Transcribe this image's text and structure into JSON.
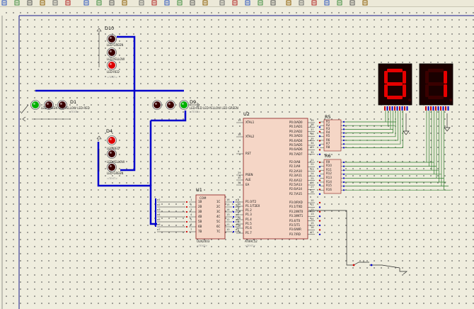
{
  "toolbar": {
    "icons": [
      "add-wire-icon",
      "plus-icon",
      "zoom-in-icon",
      "zoom-out-icon",
      "zoom-all-icon",
      "zoom-area-icon",
      "undo-icon",
      "redo-icon",
      "cut-icon",
      "copy-icon",
      "paste-icon",
      "block-copy-icon",
      "block-move-icon",
      "block-rotate-icon",
      "block-delete-icon",
      "pick-device-icon",
      "make-device-icon",
      "packaging-icon",
      "decompose-icon",
      "wire-autorouter-icon",
      "search-icon",
      "property-tool-icon",
      "design-explorer-icon",
      "new-sheet-icon",
      "remove-sheet-icon",
      "netlist-icon",
      "bom-icon",
      "report-icon"
    ]
  },
  "components": {
    "d10": {
      "ref": "D10",
      "leds": [
        "LED-GREEN",
        "LED-YELLOW",
        "LED-RED"
      ],
      "sub": "<TEXT>"
    },
    "d1": {
      "ref": "D1",
      "leds": "LED-GREEN LED-YELLOW LED-RED",
      "sub": "<TEXT>"
    },
    "d9": {
      "ref": "D9",
      "leds": "LED-RED LED-YELLOW LED-GREEN",
      "sub": "<TEXT>"
    },
    "d4": {
      "ref": "D4",
      "leds": [
        "LED-RED",
        "LED-YELLOW",
        "LED-GREEN"
      ],
      "sub": "<TEXT>"
    },
    "u1": {
      "ref": "U1",
      "part": "ULN2003",
      "sub": "<TEXT>",
      "com": "COM",
      "in_pins": [
        "1B",
        "2B",
        "3B",
        "4B",
        "5B",
        "6B",
        "7B"
      ],
      "out_pins": [
        "1C",
        "2C",
        "3C",
        "4C",
        "5C",
        "6C",
        "7C"
      ],
      "left_nums": [
        "1",
        "2",
        "3",
        "4",
        "5",
        "6",
        "7"
      ],
      "right_nums": [
        "16",
        "15",
        "14",
        "13",
        "12",
        "11",
        "10"
      ],
      "net_left": [
        "a1",
        "a2",
        "a3",
        "a4",
        "a5",
        "a6",
        "a7"
      ],
      "net_right": [
        "a1",
        "a2",
        "a3",
        "a4",
        "a5",
        "a6",
        "a7"
      ]
    },
    "u2": {
      "ref": "U2",
      "part": "AT89C52",
      "sub": "<TEXT>",
      "left_pins": [
        "XTAL1",
        "XTAL2",
        "RST",
        "PSEN",
        "ALE",
        "EA",
        "P1.0/T2",
        "P1.1/T2EX",
        "P1.2",
        "P1.3",
        "P1.4",
        "P1.5",
        "P1.6",
        "P1.7"
      ],
      "right_pins": [
        "P0.0/AD0",
        "P0.1/AD1",
        "P0.2/AD2",
        "P0.3/AD3",
        "P0.4/AD4",
        "P0.5/AD5",
        "P0.6/AD6",
        "P0.7/AD7",
        "P2.0/A8",
        "P2.1/A9",
        "P2.2/A10",
        "P2.3/A11",
        "P2.4/A12",
        "P2.5/A13",
        "P2.6/A14",
        "P2.7/A15",
        "P3.0/RXD",
        "P3.1/TXD",
        "P3.2/INT0",
        "P3.3/INT1",
        "P3.4/T0",
        "P3.5/T1",
        "P3.6/WR",
        "P3.7/RD"
      ],
      "left_nums": [
        "19",
        "18",
        "9",
        "29",
        "30",
        "31",
        "1",
        "2",
        "3",
        "4",
        "5",
        "6",
        "7",
        "8"
      ],
      "right_nums": [
        "39",
        "38",
        "37",
        "36",
        "35",
        "34",
        "33",
        "32",
        "21",
        "22",
        "23",
        "24",
        "25",
        "26",
        "27",
        "28",
        "10",
        "11",
        "12",
        "13",
        "14",
        "15",
        "16",
        "17"
      ]
    },
    "r5": {
      "ref": "R5",
      "values": [
        "R1",
        "R2",
        "R3",
        "R4",
        "R5",
        "R6",
        "R7",
        "R8"
      ]
    },
    "r6": {
      "ref": "R6",
      "values": [
        "R9",
        "R10",
        "R11",
        "R12",
        "R13",
        "R14",
        "R15",
        "R16"
      ]
    }
  },
  "displays": {
    "left": {
      "digit": "8",
      "color": "#e60000"
    },
    "right": {
      "digit": "1",
      "color": "#e60000"
    }
  },
  "colors": {
    "bus": "#0000cc",
    "wire": "#2a7a2a",
    "chip_fill": "#f5d6c6",
    "chip_border": "#8b1a1a",
    "pin": "#cc0000",
    "led_red": "#dd0000",
    "led_yellow": "#e0c000",
    "led_green": "#00b000",
    "led_off": "#3a0000"
  }
}
